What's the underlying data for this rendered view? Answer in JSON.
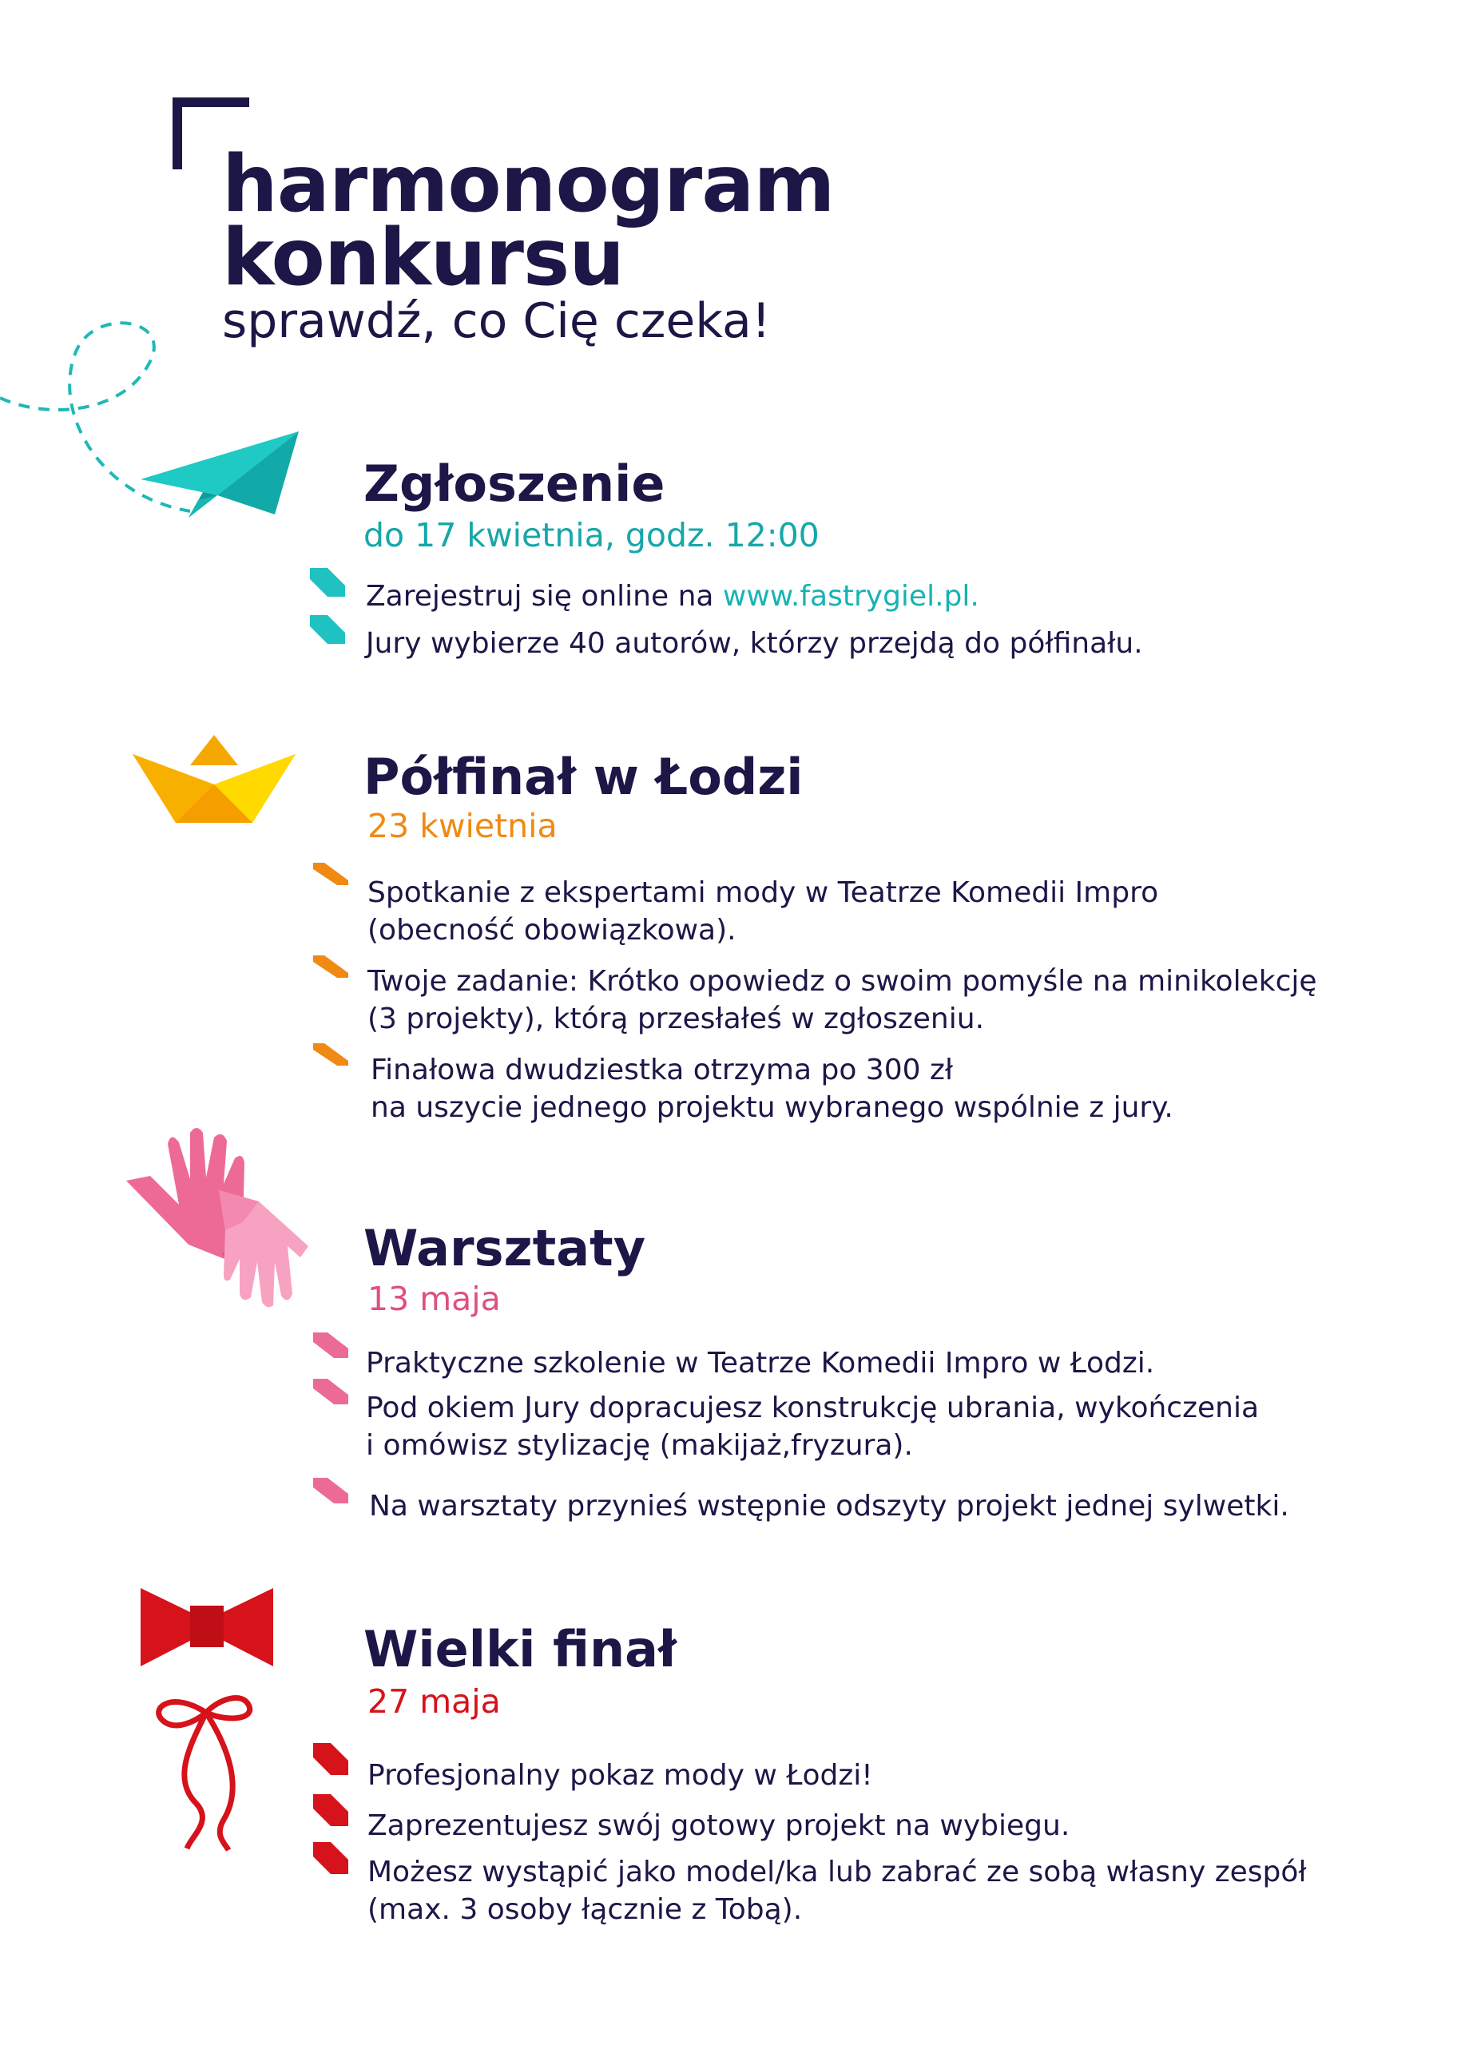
{
  "header": {
    "title_line1": "harmonogram",
    "title_line2": "konkursu",
    "subtitle": "sprawdź, co Cię czeka!"
  },
  "colors": {
    "navy": "#1c1747",
    "teal": "#16b3b3",
    "orange": "#f08a12",
    "pink": "#e0507e",
    "red": "#d6121b"
  },
  "sections": [
    {
      "icon": "paper-plane-icon",
      "title": "Zgłoszenie",
      "date": "do 17 kwietnia, godz. 12:00",
      "bullets": [
        {
          "text": "Zarejestruj się online na ",
          "link": "www.fastrygiel.pl."
        },
        {
          "text": "Jury wybierze 40 autorów, którzy przejdą do półfinału."
        }
      ]
    },
    {
      "icon": "paper-boat-icon",
      "title": "Półfinał w Łodzi",
      "date": "23 kwietnia",
      "bullets": [
        {
          "line1": "Spotkanie z ekspertami mody w Teatrze Komedii Impro",
          "line2": "(obecność obowiązkowa)."
        },
        {
          "line1": "Twoje zadanie: Krótko opowiedz o swoim pomyśle na minikolekcję",
          "line2": "(3 projekty), którą przesłałeś w zgłoszeniu."
        },
        {
          "line1": "Finałowa dwudziestka otrzyma po 300 zł",
          "line2": "na uszycie jednego projektu wybranego wspólnie z jury."
        }
      ]
    },
    {
      "icon": "gloves-icon",
      "title": "Warsztaty",
      "date": "13 maja",
      "bullets": [
        {
          "line1": "Praktyczne szkolenie w Teatrze Komedii Impro w Łodzi."
        },
        {
          "line1": "Pod okiem Jury dopracujesz konstrukcję ubrania, wykończenia",
          "line2": "i omówisz stylizację (makijaż,fryzura)."
        },
        {
          "line1": "Na warsztaty przynieś wstępnie odszyty projekt jednej sylwetki."
        }
      ]
    },
    {
      "icon": "bow-tie-icon",
      "title": "Wielki finał",
      "date": "27 maja",
      "bullets": [
        {
          "line1": "Profesjonalny pokaz mody w Łodzi!"
        },
        {
          "line1": "Zaprezentujesz swój gotowy projekt na wybiegu."
        },
        {
          "line1": "Możesz wystąpić jako model/ka lub zabrać ze sobą własny zespół",
          "line2": "(max. 3 osoby łącznie z Tobą)."
        }
      ]
    }
  ]
}
